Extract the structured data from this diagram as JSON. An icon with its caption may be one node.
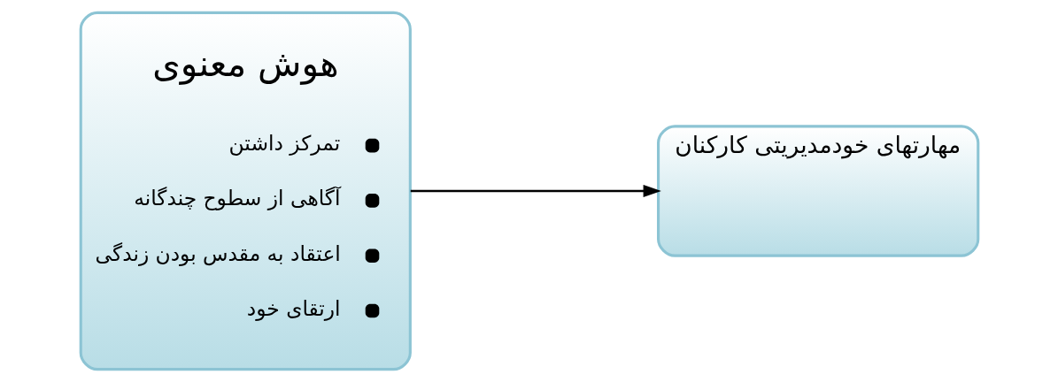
{
  "diagram": {
    "nodes": [
      {
        "text": [
          "هوش معنوی",
          "تمرکز داشتن",
          "آگاهی از سطوح چندگانه",
          "اعتقاد به مقدس بودن زندگی",
          "ارتقای خود"
        ]
      },
      {
        "text": [
          "مهارتهای خودمدیریتی کارکنان"
        ]
      }
    ],
    "edges": [
      {
        "from": 0,
        "to": 1,
        "arrow": "to"
      }
    ]
  }
}
